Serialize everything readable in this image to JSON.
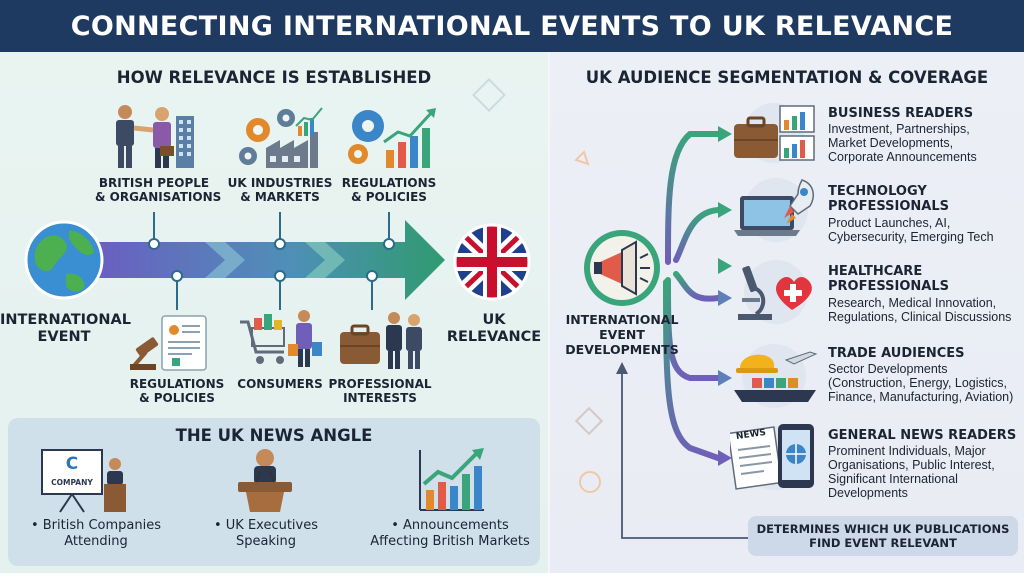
{
  "header": {
    "title": "CONNECTING INTERNATIONAL EVENTS TO UK RELEVANCE"
  },
  "left": {
    "title": "HOW RELEVANCE IS ESTABLISHED",
    "start_label": "INTERNATIONAL\nEVENT",
    "end_label": "UK\nRELEVANCE",
    "top_factors": [
      {
        "label": "BRITISH PEOPLE\n& ORGANISATIONS",
        "icon": "handshake-icon"
      },
      {
        "label": "UK INDUSTRIES\n& MARKETS",
        "icon": "factory-icon"
      },
      {
        "label": "REGULATIONS\n& POLICIES",
        "icon": "gears-chart-icon"
      }
    ],
    "bottom_factors": [
      {
        "label": "REGULATIONS\n& POLICIES",
        "icon": "gavel-document-icon"
      },
      {
        "label": "CONSUMERS",
        "icon": "shopping-cart-icon"
      },
      {
        "label": "PROFESSIONAL\nINTERESTS",
        "icon": "briefcase-people-icon"
      }
    ]
  },
  "news_angle": {
    "title": "THE UK NEWS ANGLE",
    "company_sign": "COMPANY",
    "company_letter": "C",
    "items": [
      {
        "label": "• British Companies\nAttending",
        "icon": "company-presentation-icon"
      },
      {
        "label": "• UK Executives\nSpeaking",
        "icon": "speaker-podium-icon"
      },
      {
        "label": "• Announcements\nAffecting British Markets",
        "icon": "growth-chart-icon"
      }
    ]
  },
  "right": {
    "title": "UK AUDIENCE SEGMENTATION & COVERAGE",
    "source_label": "INTERNATIONAL\nEVENT\nDEVELOPMENTS",
    "audiences": [
      {
        "title": "BUSINESS READERS",
        "desc": "Investment, Partnerships,\nMarket Developments,\nCorporate Announcements",
        "icon": "briefcase-chart-icon"
      },
      {
        "title": "TECHNOLOGY\nPROFESSIONALS",
        "desc": "Product Launches, AI,\nCybersecurity, Emerging Tech",
        "icon": "laptop-rocket-icon"
      },
      {
        "title": "HEALTHCARE\nPROFESSIONALS",
        "desc": "Research, Medical Innovation,\nRegulations, Clinical Discussions",
        "icon": "microscope-heart-icon"
      },
      {
        "title": "TRADE AUDIENCES",
        "desc": "Sector Developments\n(Construction, Energy, Logistics,\nFinance, Manufacturing, Aviation)",
        "icon": "ship-helmet-icon"
      },
      {
        "title": "GENERAL NEWS READERS",
        "desc": "Prominent Individuals, Major\nOrganisations, Public Interest,\nSignificant International\nDevelopments",
        "icon": "newspaper-tablet-icon"
      }
    ],
    "news_tag": "NEWS",
    "footer": "DETERMINES WHICH UK PUBLICATIONS\nFIND EVENT RELEVANT"
  },
  "colors": {
    "header_bg": "#1f3a60",
    "arrow_start": "#6a5fc0",
    "arrow_end": "#2f9b6f",
    "flow_green": "#3aa57a",
    "flow_purple": "#6f5fb8"
  }
}
